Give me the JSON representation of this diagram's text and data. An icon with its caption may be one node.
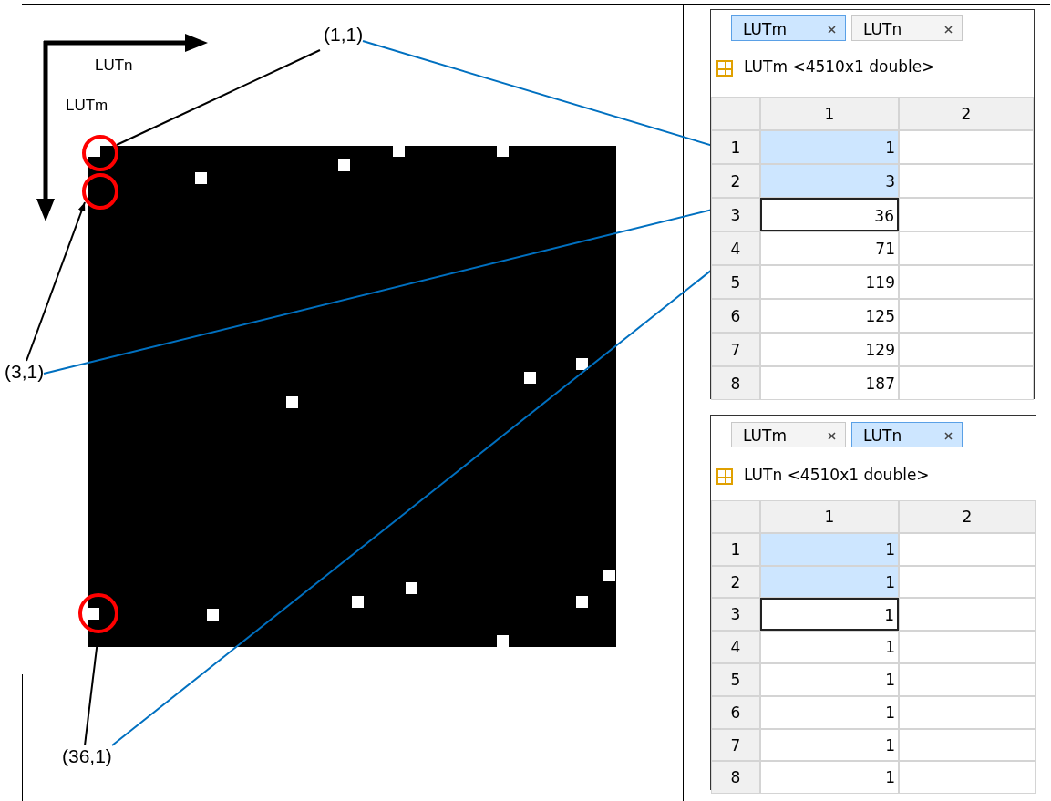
{
  "diagram": {
    "nodes": [
      {
        "text": [
          "(1,1)"
        ]
      },
      {
        "text": [],
        "shape": "picture"
      },
      {
        "text": [],
        "shape": "circle"
      },
      {
        "text": [],
        "shape": "circle"
      },
      {
        "text": [],
        "shape": "circle"
      },
      {
        "text": [
          "(3,1)"
        ]
      },
      {
        "text": [
          "(36,1)"
        ]
      },
      {
        "text": [
          "LUTm",
          "LUTn",
          "LUTm <4510x1 double>"
        ]
      },
      {
        "text": [
          "1"
        ],
        "in": 7
      },
      {
        "text": [
          "3"
        ],
        "in": 7
      },
      {
        "text": [
          "36"
        ],
        "in": 7
      },
      {
        "text": [
          "LUTm",
          "LUTn",
          "LUTn <4510x1 double>"
        ]
      }
    ],
    "edges": [
      {
        "from": 0,
        "to": 8,
        "arrow": "to",
        "color": "#0070c0"
      },
      {
        "from": 0,
        "to": 2,
        "arrow": "none",
        "color": "#000000"
      },
      {
        "from": 5,
        "to": 3,
        "arrow": "to",
        "color": "#000000"
      },
      {
        "from": 5,
        "to": 9,
        "arrow": "to",
        "color": "#0070c0"
      },
      {
        "from": 6,
        "to": 4,
        "arrow": "to",
        "color": "#000000"
      },
      {
        "from": 6,
        "to": 10,
        "arrow": "to",
        "color": "#0070c0"
      }
    ],
    "labels": [
      "LUTn",
      "LUTm",
      "1",
      "2",
      "1",
      "2",
      "3",
      "4",
      "71",
      "5",
      "119",
      "6",
      "125",
      "7",
      "129",
      "8",
      "187",
      "1",
      "2",
      "1",
      "1",
      "2",
      "1",
      "3",
      "1",
      "4",
      "1",
      "5",
      "1",
      "6",
      "1",
      "7",
      "1",
      "8",
      "1"
    ]
  }
}
